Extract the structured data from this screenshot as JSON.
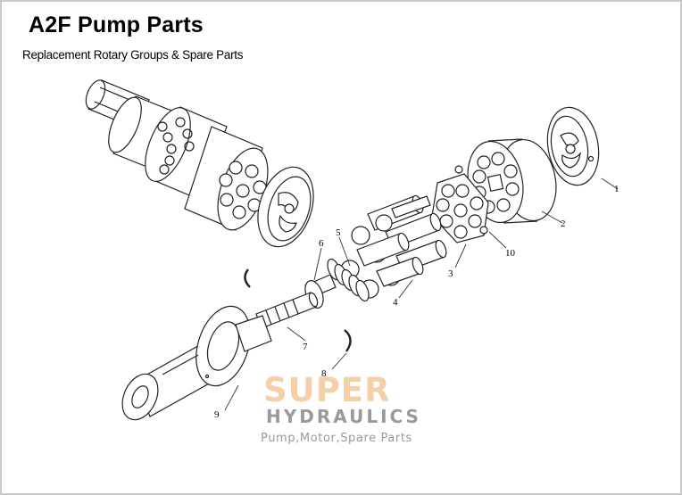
{
  "header": {
    "title": "A2F Pump Parts",
    "subtitle": "Replacement Rotary Groups & Spare Parts"
  },
  "callouts": [
    "1",
    "2",
    "3",
    "4",
    "5",
    "6",
    "7",
    "8",
    "9",
    "10"
  ],
  "watermark": {
    "brand": "SUPER",
    "line2": "HYDRAULICS",
    "tagline": "Pump,Motor,Spare Parts",
    "brand_color": "#f4cfa8",
    "text_color": "#9a9a9a"
  }
}
